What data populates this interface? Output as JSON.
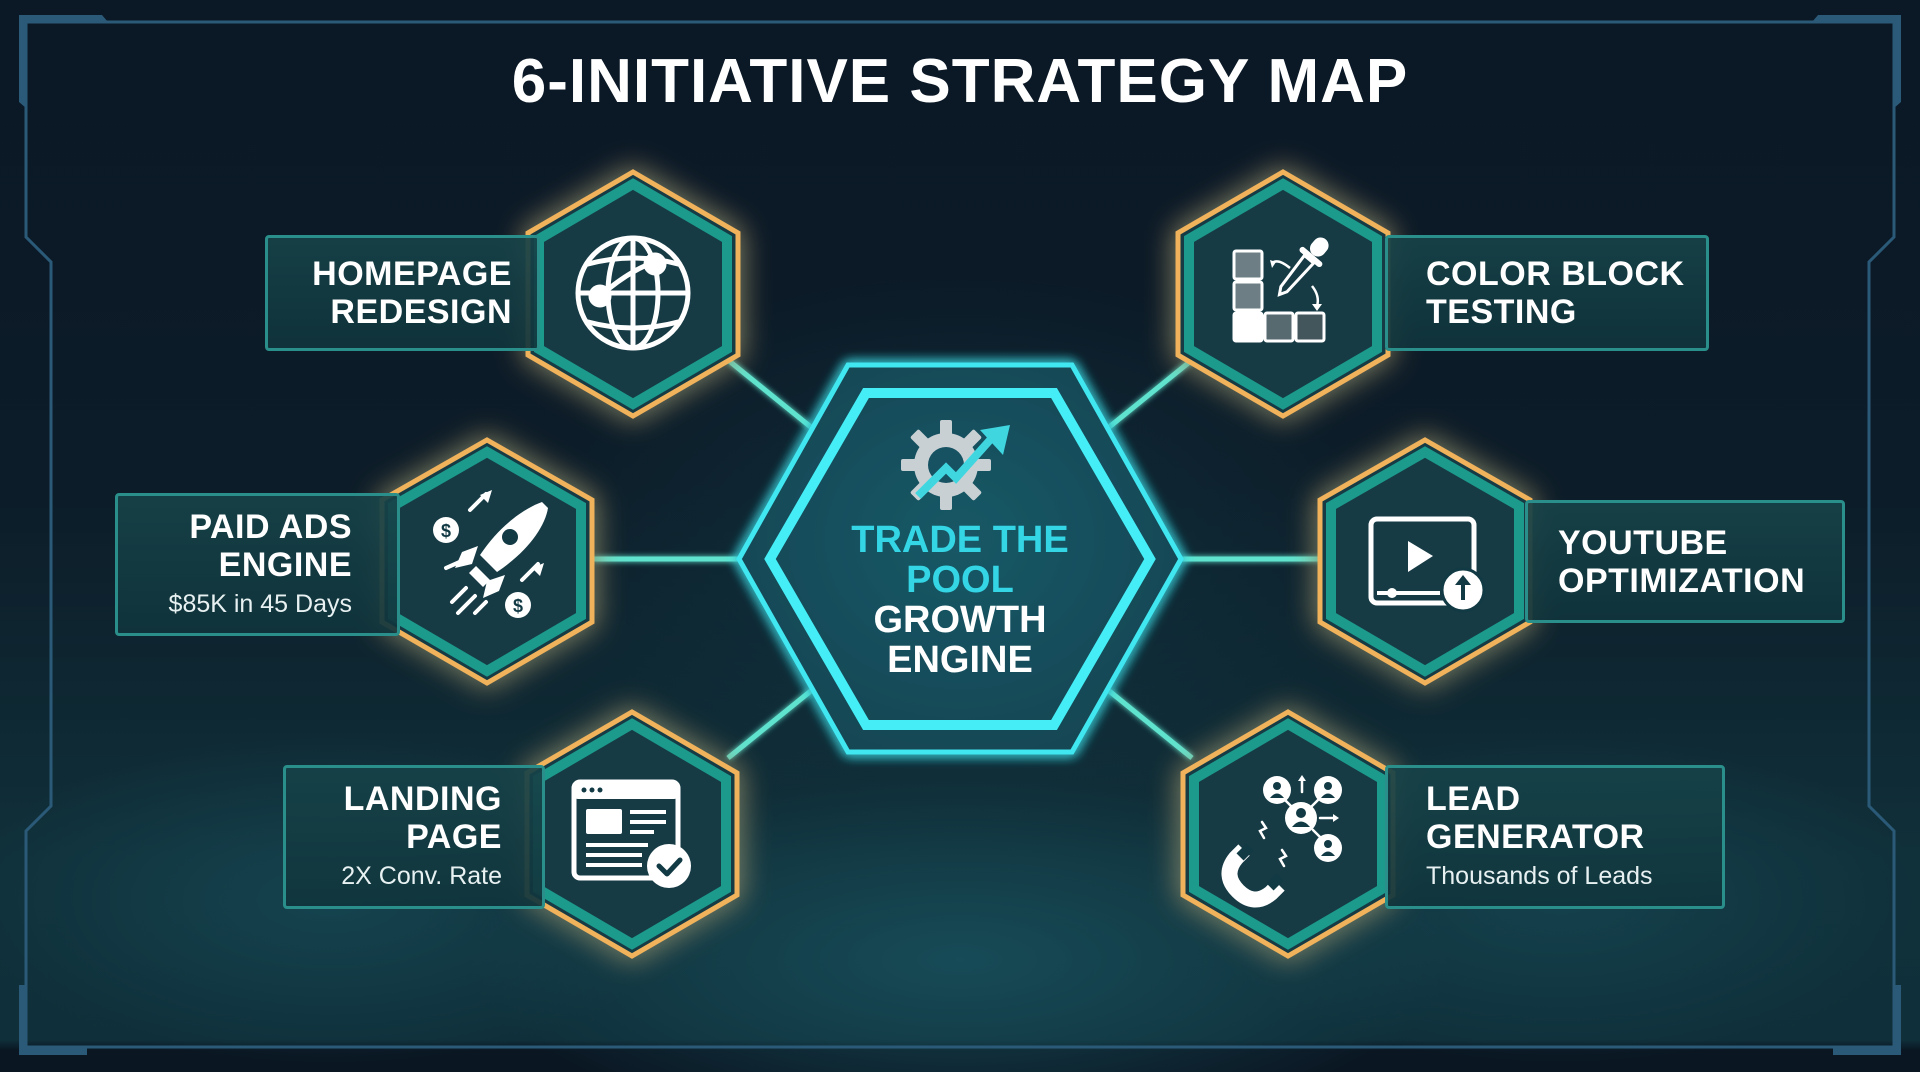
{
  "title": "6-INITIATIVE STRATEGY MAP",
  "center": {
    "line1": "TRADE THE",
    "line2": "POOL",
    "line3": "GROWTH",
    "line4": "ENGINE",
    "icon": "gear-growth-arrow-icon"
  },
  "initiatives": [
    {
      "id": "homepage",
      "title_line1": "HOMEPAGE",
      "title_line2": "REDESIGN",
      "subtitle": "",
      "icon": "globe-network-icon",
      "side": "left"
    },
    {
      "id": "paid-ads",
      "title_line1": "PAID ADS",
      "title_line2": "ENGINE",
      "subtitle": "$85K in 45 Days",
      "icon": "rocket-dollar-icon",
      "side": "left"
    },
    {
      "id": "landing",
      "title_line1": "LANDING",
      "title_line2": "PAGE",
      "subtitle": "2X Conv. Rate",
      "icon": "webpage-check-icon",
      "side": "left"
    },
    {
      "id": "color-block",
      "title_line1": "COLOR BLOCK",
      "title_line2": "TESTING",
      "subtitle": "",
      "icon": "color-swatch-dropper-icon",
      "side": "right"
    },
    {
      "id": "youtube",
      "title_line1": "YOUTUBE",
      "title_line2": "OPTIMIZATION",
      "subtitle": "",
      "icon": "video-upload-icon",
      "side": "right"
    },
    {
      "id": "lead-gen",
      "title_line1": "LEAD",
      "title_line2": "GENERATOR",
      "subtitle": "Thousands of Leads",
      "icon": "magnet-users-icon",
      "side": "right"
    }
  ],
  "colors": {
    "background": "#0a1622",
    "frame": "#2b5a78",
    "hex_outer": "#f0b25a",
    "hex_band": "#1f9a8c",
    "hex_fill": "#123a44",
    "center_glow": "#3fe6f0",
    "connector": "#5fe3cf",
    "label_border": "#2a8f8a",
    "accent_text": "#34d6e6"
  }
}
